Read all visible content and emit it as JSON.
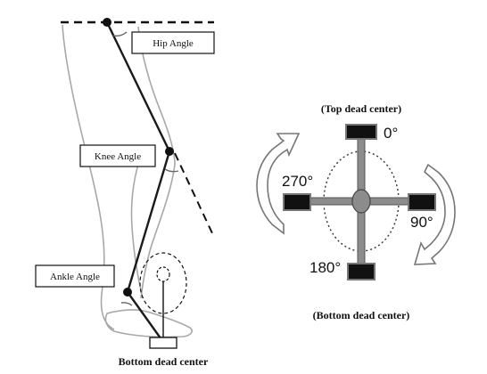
{
  "leg": {
    "hip_angle": "Hip Angle",
    "knee_angle": "Knee Angle",
    "ankle_angle": "Ankle Angle",
    "bottom_dead_center": "Bottom dead center"
  },
  "crank": {
    "top_dead_center": "(Top dead center)",
    "bottom_dead_center": "(Bottom dead center)",
    "deg_0": "0°",
    "deg_90": "90°",
    "deg_180": "180°",
    "deg_270": "270°"
  },
  "colors": {
    "line": "#1a1a1a",
    "outline": "#9a9a9a",
    "pedal": "#111111",
    "hub": "#8c8c8c",
    "arrow_fill": "#ffffff"
  }
}
